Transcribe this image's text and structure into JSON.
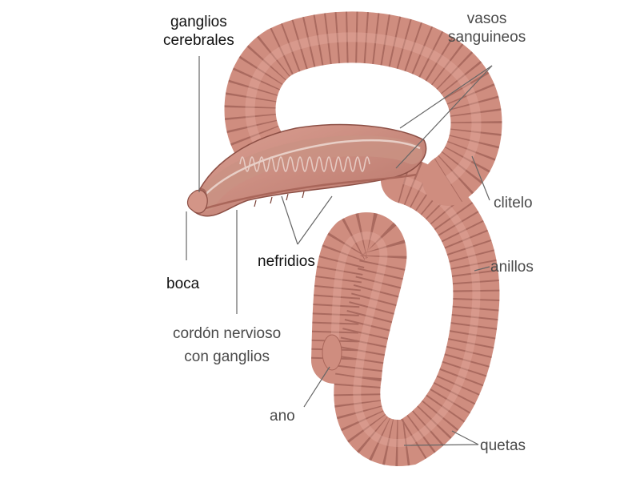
{
  "colors": {
    "body": "#cf8d7f",
    "body_dark": "#a9665a",
    "segment_line": "#8c4f45",
    "highlight": "#e7b2a6",
    "interior": "#c99283",
    "vessel": "#e8cfc7",
    "leader_line": "#666666",
    "dark_label": "#111111",
    "grey_label": "#4a4a4a"
  },
  "labels": {
    "ganglios_cerebrales": [
      "ganglios",
      "cerebrales"
    ],
    "vasos_sanguineos": [
      "vasos",
      "sanguineos"
    ],
    "clitelo": "clitelo",
    "anillos": "anillos",
    "nefridios": "nefridios",
    "boca": "boca",
    "cordon_nervioso": [
      "cordón nervioso",
      "con ganglios"
    ],
    "ano": "ano",
    "quetas": "quetas"
  }
}
